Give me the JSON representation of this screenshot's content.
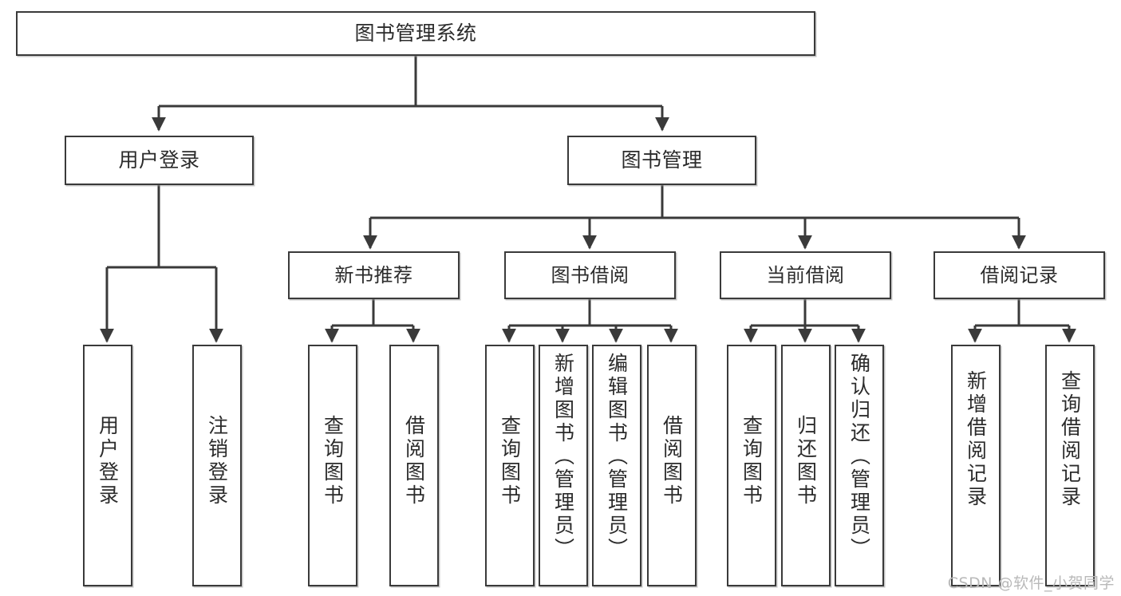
{
  "diagram": {
    "title": "图书管理系统",
    "type": "hierarchy-tree",
    "watermark": "CSDN @软件_小贺同学",
    "colors": {
      "border": "#3a3a3a",
      "background": "#ffffff",
      "text": "#2b2b2b",
      "watermark": "#b9b9b9"
    },
    "root": {
      "label": "图书管理系统"
    },
    "level2": [
      {
        "label": "用户登录"
      },
      {
        "label": "图书管理"
      }
    ],
    "level3": [
      {
        "label": "新书推荐"
      },
      {
        "label": "图书借阅"
      },
      {
        "label": "当前借阅"
      },
      {
        "label": "借阅记录"
      }
    ],
    "leaves": {
      "user_login": [
        {
          "label": "用户登录"
        },
        {
          "label": "注销登录"
        }
      ],
      "new_book_recommend": [
        {
          "label": "查询图书"
        },
        {
          "label": "借阅图书"
        }
      ],
      "book_borrow": [
        {
          "label": "查询图书"
        },
        {
          "label": "新增图书（管理员）"
        },
        {
          "label": "编辑图书（管理员）"
        },
        {
          "label": "借阅图书"
        }
      ],
      "current_borrow": [
        {
          "label": "查询图书"
        },
        {
          "label": "归还图书"
        },
        {
          "label": "确认归还（管理员）"
        }
      ],
      "borrow_record": [
        {
          "label": "新增借阅记录"
        },
        {
          "label": "查询借阅记录"
        }
      ]
    }
  }
}
